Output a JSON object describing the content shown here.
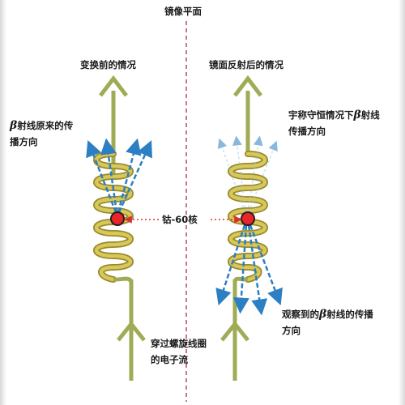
{
  "labels": {
    "mirror_plane": "镜像平面",
    "left_title": "变换前的情况",
    "right_title": "镜面反射后的情况",
    "left_beta": {
      "beta": "β",
      "line1_rest": "射线原来的传",
      "line2": "播方向"
    },
    "right_beta": {
      "line1_pre": "宇称守恒情况下",
      "beta": "β",
      "line1_post": "射线",
      "line2": "传播方向"
    },
    "nucleus": "钴-60核",
    "observed": {
      "line1_pre": "观察到的",
      "beta": "β",
      "line1_post": "射线的传播",
      "line2": "方向"
    },
    "current": {
      "line1": "穿过螺旋线圈",
      "line2": "的电子流"
    }
  },
  "colors": {
    "wire": "#a0ab55",
    "coil": "#c9b84a",
    "coil_dark": "#9a8a2a",
    "nucleus": "#e8252a",
    "arrow": "#2b7fc2",
    "mirror_line": "#c0407a",
    "dotted_red": "#d83030"
  }
}
